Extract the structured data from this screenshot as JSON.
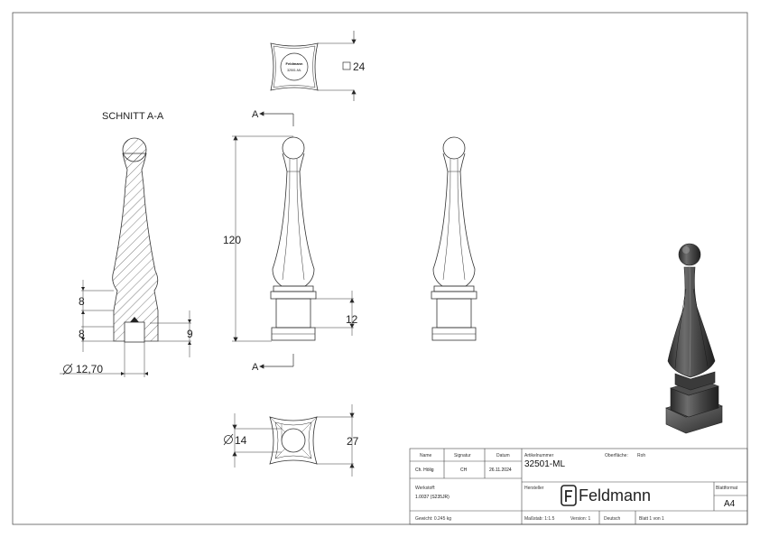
{
  "section_label": "SCHNITT A-A",
  "section_marker": "A",
  "dimensions": {
    "square": "24",
    "height": "120",
    "collar": "12",
    "section_upper": "8",
    "section_lower": "8",
    "section_base": "9",
    "bore_diameter": "12,70",
    "bottom_diameter": "14",
    "bottom_width": "27"
  },
  "stamp": {
    "line1": "Feldmann",
    "line2": "32501-ML"
  },
  "title_block": {
    "name_label": "Name",
    "signatur_label": "Signatur",
    "datum_label": "Datum",
    "name_value": "Ch. Hölig",
    "signatur_value": "CH",
    "datum_value": "26.11.2024",
    "artikel_label": "Artikelnummer",
    "artikel_value": "32501-ML",
    "oberflaeche_label": "Oberfläche:",
    "oberflaeche_value": "Roh",
    "werkstoff_label": "Werkstoff:",
    "werkstoff_value": "1.0037 (S235JR)",
    "hersteller_label": "Hersteller",
    "company": "Feldmann",
    "blattformat_label": "Blattformat",
    "blattformat_value": "A4",
    "gewicht": "Gewicht: 0.245 kg",
    "massstab": "Maßstab: 1:1.5",
    "version": "Version: 1",
    "sprache": "Deutsch",
    "blatt": "Blatt 1 von 1"
  }
}
